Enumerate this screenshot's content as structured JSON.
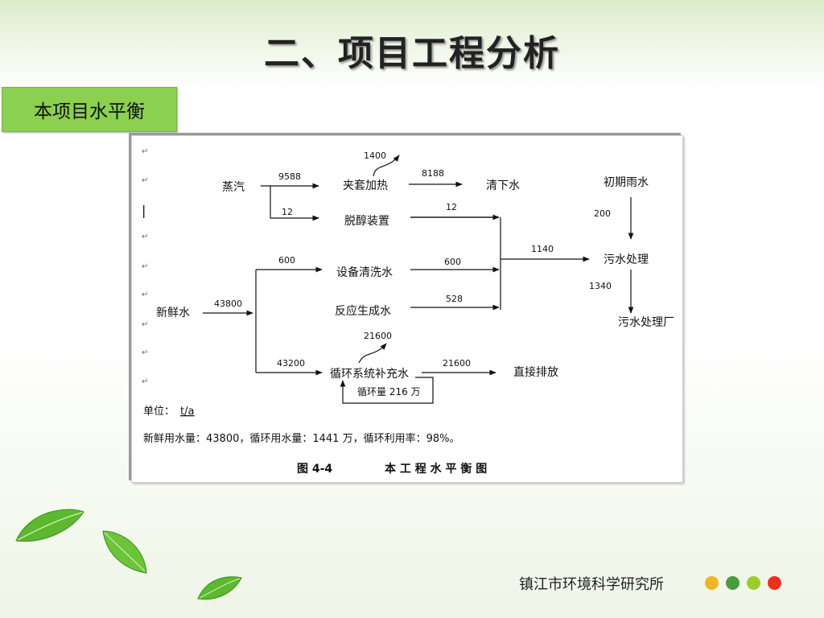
{
  "slide": {
    "title": "二、项目工程分析",
    "section_label": "本项目水平衡",
    "footer": "镇江市环境科学研究所",
    "dot_colors": [
      "#f0b429",
      "#4a9c3f",
      "#9ccc2a",
      "#e8321e"
    ]
  },
  "figure": {
    "nodes": {
      "steam": "蒸汽",
      "jacket_heating": "夹套加热",
      "dealcohol": "脱醇装置",
      "clean_drain": "清下水",
      "initial_rain": "初期雨水",
      "equipment_wash": "设备清洗水",
      "fresh_water": "新鲜水",
      "reaction_water": "反应生成水",
      "wastewater_treatment": "污水处理",
      "wwtp": "污水处理厂",
      "circulation_makeup": "循环系统补充水",
      "circulation_volume": "循环量 216 万",
      "direct_discharge": "直接排放"
    },
    "flows": {
      "jacket_loss": "1400",
      "steam_to_jacket": "9588",
      "jacket_to_clean": "8188",
      "steam_to_dealcohol": "12",
      "dealcohol_out": "12",
      "merge_to_treatment": "1140",
      "rain_to_treatment": "200",
      "fresh_to_wash": "600",
      "wash_out": "600",
      "fresh_in": "43800",
      "reaction_out": "528",
      "treatment_to_wwtp": "1340",
      "circulation_loss": "21600",
      "fresh_to_circulation": "43200",
      "circulation_to_discharge": "21600"
    },
    "unit_label": "单位：",
    "unit_value": "t/a",
    "summary": "新鲜用水量：43800，循环用水量：1441 万，循环利用率：98%。",
    "caption_number": "图 4-4",
    "caption_title": "本 工 程 水 平 衡 图",
    "paragraph_mark": "↵",
    "cursor": "|"
  }
}
